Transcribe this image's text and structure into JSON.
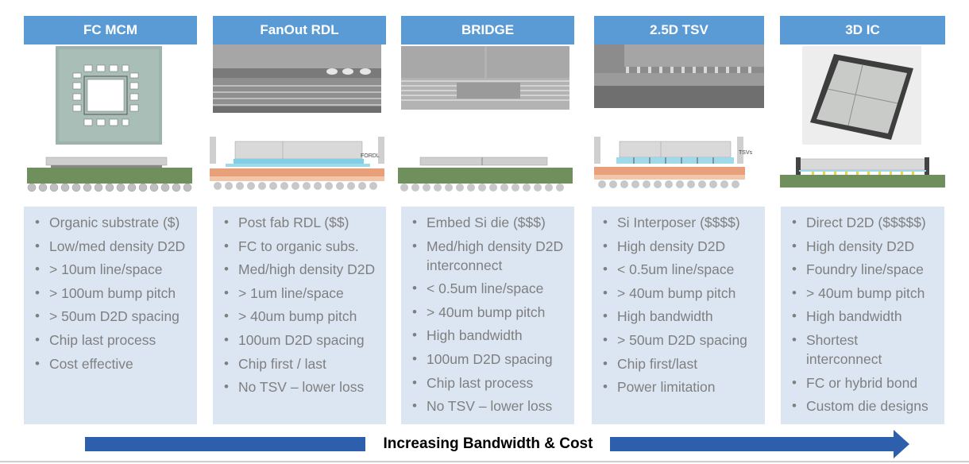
{
  "columns": [
    {
      "title": "FC MCM",
      "bullets": [
        "Organic substrate ($)",
        "Low/med density D2D",
        "> 10um line/space",
        "> 100um bump pitch",
        "> 50um D2D spacing",
        "Chip last process",
        "Cost effective"
      ]
    },
    {
      "title": "FanOut RDL",
      "bullets": [
        "Post fab RDL ($$)",
        "FC to organic subs.",
        "Med/high density D2D",
        "> 1um line/space",
        "> 40um bump pitch",
        "100um D2D spacing",
        "Chip first / last",
        "No TSV – lower loss"
      ]
    },
    {
      "title": "BRIDGE",
      "bullets": [
        "Embed Si die ($$$)",
        "Med/high density D2D interconnect",
        "< 0.5um line/space",
        "> 40um bump pitch",
        "High bandwidth",
        "100um D2D spacing",
        "Chip last process",
        "No TSV – lower loss"
      ]
    },
    {
      "title": "2.5D TSV",
      "bullets": [
        "Si Interposer ($$$$)",
        "High density D2D",
        "< 0.5um line/space",
        "> 40um bump pitch",
        "High bandwidth",
        "> 50um D2D spacing",
        "Chip first/last",
        "Power limitation"
      ]
    },
    {
      "title": "3D IC",
      "bullets": [
        "Direct D2D ($$$$$)",
        "High density D2D",
        "Foundry line/space",
        "> 40um bump pitch",
        "High bandwidth",
        "Shortest interconnect",
        "FC or hybrid bond",
        "Custom die designs"
      ]
    }
  ],
  "diagram_labels": {
    "fordl": "FORDL",
    "tsvs": "TSVs"
  },
  "arrow": {
    "label": "Increasing Bandwidth & Cost"
  },
  "colors": {
    "header": "#5b9bd5",
    "panel": "#dce6f2",
    "bullet_text": "#7f7f7f",
    "arrow": "#2e5fad",
    "substrate_green": "#6f8f5d",
    "substrate_orange": "#e8a07a"
  }
}
